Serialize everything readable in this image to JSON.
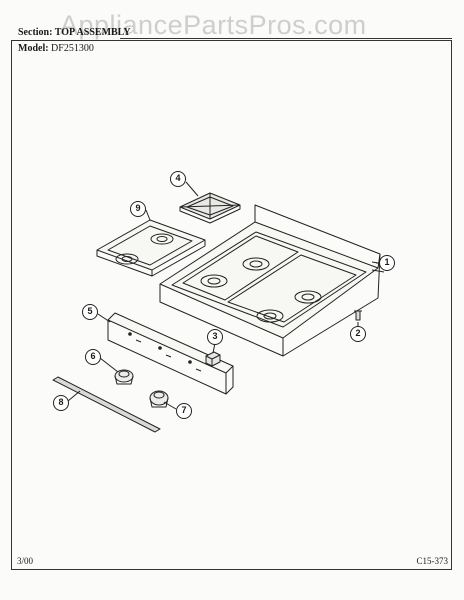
{
  "header": {
    "section_label": "Section:",
    "section_value": "TOP ASSEMBLY",
    "model_label": "Model:",
    "model_value": "DF251300"
  },
  "watermark": "AppliancePartsPros.com",
  "callouts": [
    "1",
    "2",
    "3",
    "4",
    "5",
    "6",
    "7",
    "8",
    "9"
  ],
  "footer": {
    "left": "3/00",
    "right": "C15-373"
  }
}
